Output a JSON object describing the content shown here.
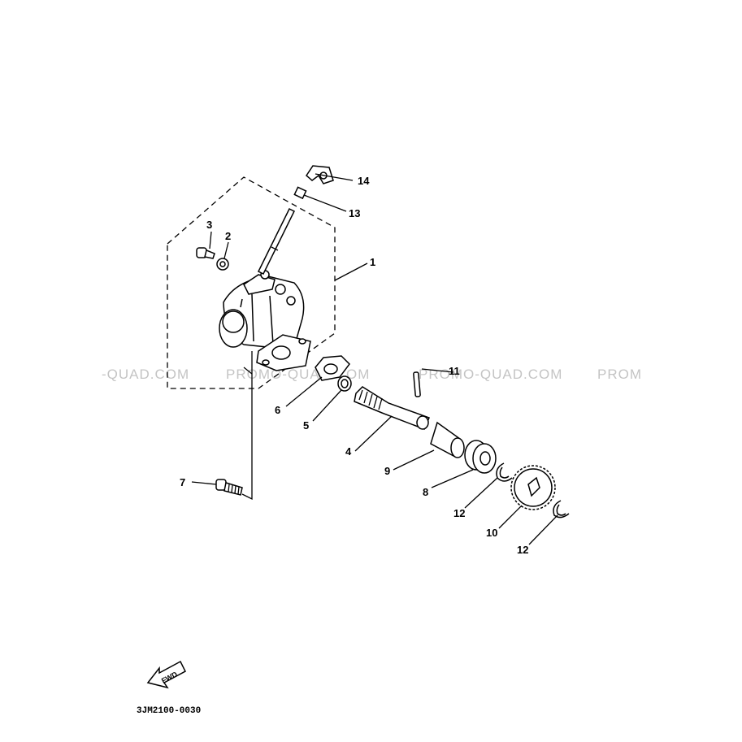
{
  "watermarks": [
    "-QUAD.COM",
    "PROMO-QUAD.COM",
    "PROMO-QUAD.COM",
    "PROM"
  ],
  "callouts": {
    "c1": "1",
    "c2": "2",
    "c3": "3",
    "c4": "4",
    "c5": "5",
    "c6": "6",
    "c7": "7",
    "c8": "8",
    "c9": "9",
    "c10": "10",
    "c11": "11",
    "c12a": "12",
    "c12b": "12",
    "c13": "13",
    "c14": "14"
  },
  "fwd_label": "FWD",
  "diagram_code": "3JM2100-0030",
  "colors": {
    "line": "#000000",
    "background": "#ffffff",
    "watermark": "#c4c4c4"
  }
}
